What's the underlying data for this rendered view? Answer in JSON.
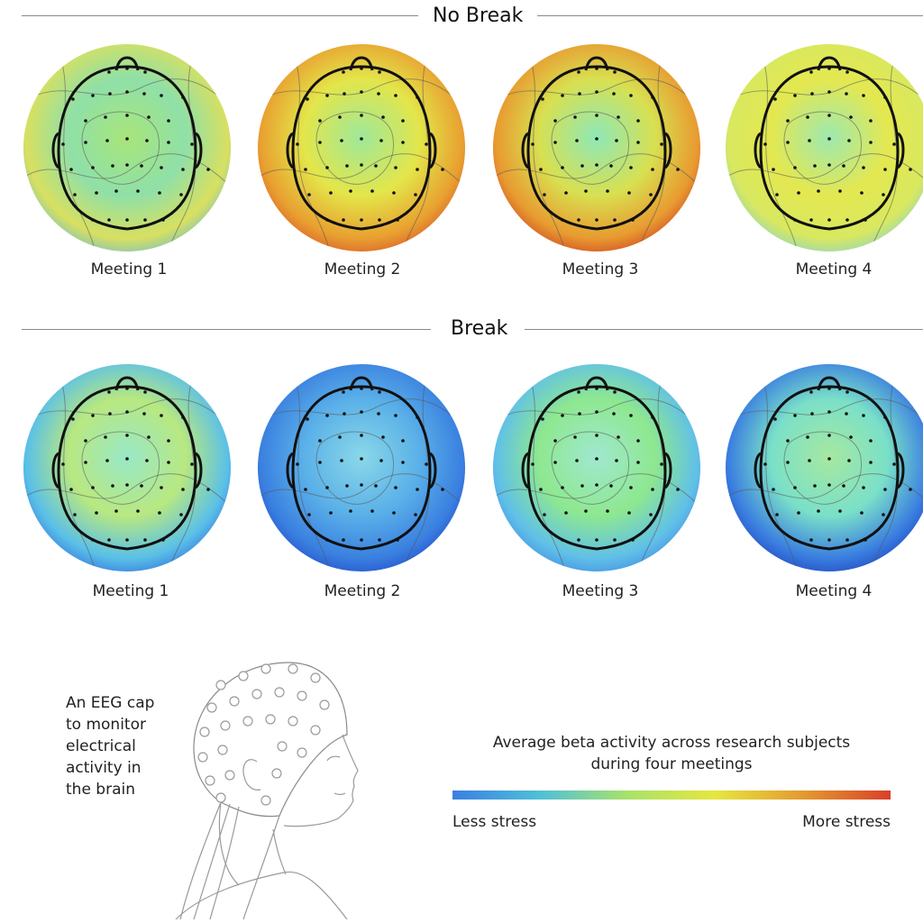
{
  "sections": [
    {
      "title": "No Break",
      "meetings": [
        {
          "label": "Meeting 1",
          "stress_level": 0.42,
          "colors": [
            "#a8e57a",
            "#8fe0a8",
            "#d8e060",
            "#5db8e0"
          ]
        },
        {
          "label": "Meeting 2",
          "stress_level": 0.72,
          "colors": [
            "#9ee89a",
            "#e3e64a",
            "#e8a030",
            "#d84828"
          ]
        },
        {
          "label": "Meeting 3",
          "stress_level": 0.78,
          "colors": [
            "#8ee8b8",
            "#d8e050",
            "#e89a30",
            "#c83020"
          ]
        },
        {
          "label": "Meeting 4",
          "stress_level": 0.55,
          "colors": [
            "#9ee8b0",
            "#e4e850",
            "#d8e860",
            "#7ad0e0"
          ]
        }
      ]
    },
    {
      "title": "Break",
      "meetings": [
        {
          "label": "Meeting 1",
          "stress_level": 0.35,
          "colors": [
            "#98e8c8",
            "#b8e880",
            "#5ac0e8",
            "#2a60d8"
          ]
        },
        {
          "label": "Meeting 2",
          "stress_level": 0.22,
          "colors": [
            "#8ad8e8",
            "#5ab0e8",
            "#3a80e0",
            "#2040c8"
          ]
        },
        {
          "label": "Meeting 3",
          "stress_level": 0.33,
          "colors": [
            "#a0e8d0",
            "#8ee890",
            "#60c0e8",
            "#3a80e0"
          ]
        },
        {
          "label": "Meeting 4",
          "stress_level": 0.25,
          "colors": [
            "#a6e8a0",
            "#7ae0c8",
            "#3a7ee0",
            "#1a38b8"
          ]
        }
      ]
    }
  ],
  "eeg_caption": "An EEG cap to monitor electrical activity in the brain",
  "legend": {
    "title": "Average beta activity across research subjects during four meetings",
    "low_label": "Less stress",
    "high_label": "More stress",
    "gradient_colors": [
      "#3b7fe0",
      "#4fc0d8",
      "#a8e26a",
      "#e6e640",
      "#e49a30",
      "#d8402a"
    ]
  }
}
